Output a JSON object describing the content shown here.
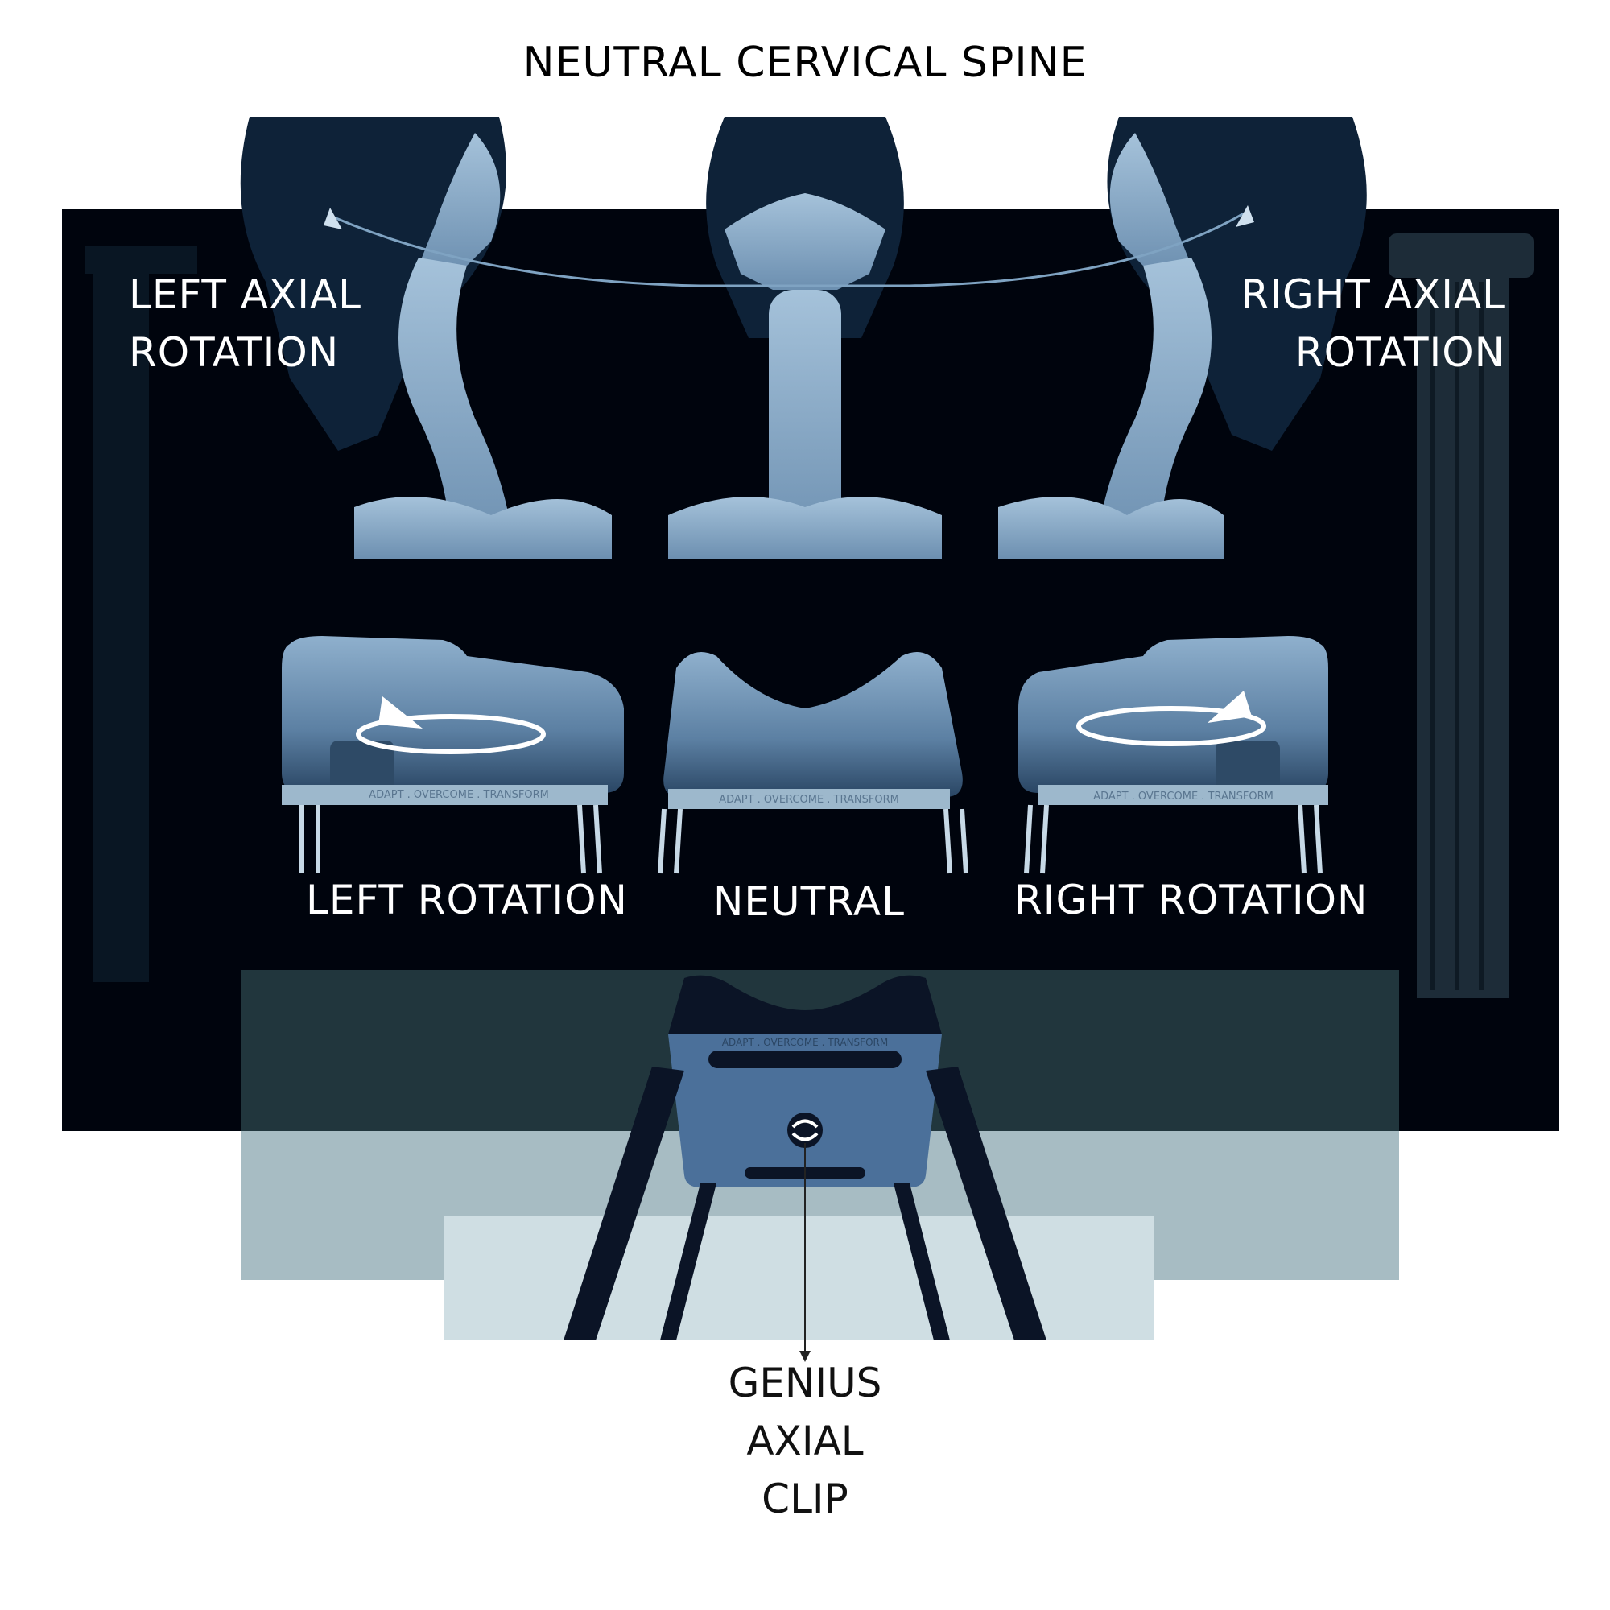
{
  "title": "NEUTRAL CERVICAL SPINE",
  "spine_labels": {
    "left": [
      "LEFT AXIAL",
      "ROTATION"
    ],
    "right": [
      "RIGHT AXIAL",
      "ROTATION"
    ]
  },
  "device_labels": {
    "left": "LEFT ROTATION",
    "center": "NEUTRAL",
    "right": "RIGHT ROTATION"
  },
  "base_engraving": "ADAPT . OVERCOME . TRANSFORM",
  "callout": [
    "GENIUS",
    "AXIAL",
    "CLIP"
  ],
  "colors": {
    "panel": "#00040d",
    "bone": "#7fa3c2",
    "head": "#0e2238",
    "device": "#6f93b5",
    "teal_band": "#21363d",
    "light_band": "#a7bcc3",
    "pale_band": "#cfdee3"
  }
}
